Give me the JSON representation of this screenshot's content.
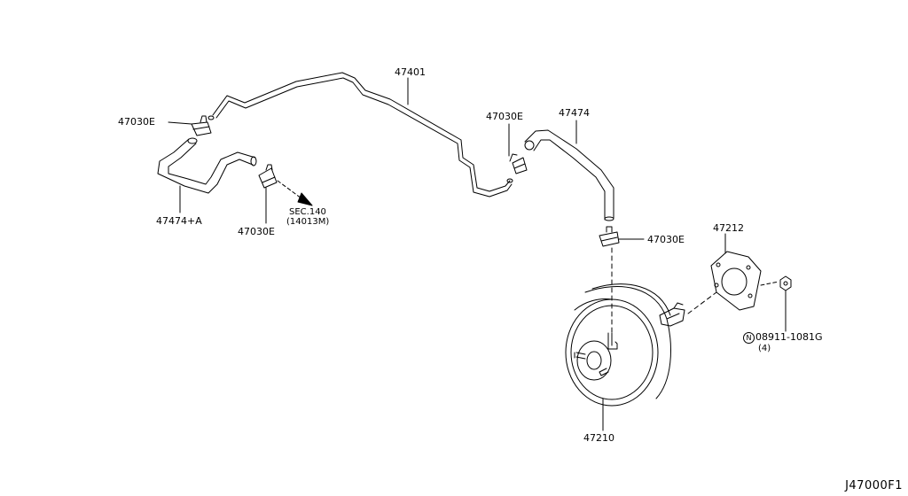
{
  "diagram": {
    "labels": {
      "pipe_main": "47401",
      "clamp_left_top": "47030E",
      "hose_left": "47474+A",
      "clamp_left_bottom": "47030E",
      "sec_ref_line1": "SEC.140",
      "sec_ref_line2": "(14013M)",
      "clamp_middle": "47030E",
      "hose_right": "47474",
      "clamp_right": "47030E",
      "gasket": "47212",
      "nut_circle": "N",
      "nut_part": "08911-1081G",
      "nut_qty": "(4)",
      "booster": "47210"
    },
    "diagram_code": "J47000F1"
  }
}
